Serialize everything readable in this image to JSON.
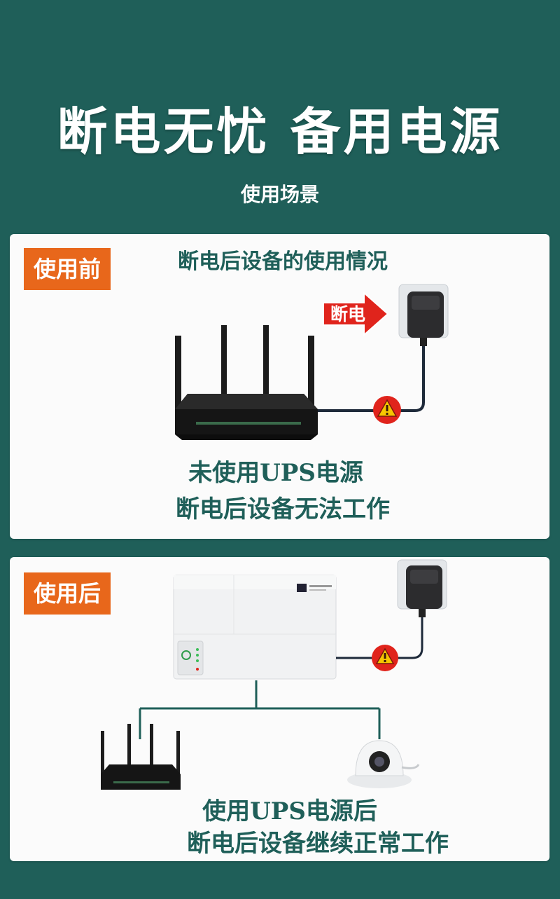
{
  "hero": {
    "title": "断电无忧  备用电源",
    "subtitle": "使用场景"
  },
  "before": {
    "tag": "使用前",
    "heading": "断电后设备的使用情况",
    "arrow_label": "断电",
    "caption_line1": "未使用UPS电源",
    "caption_line2": "断电后设备无法工作",
    "warning_icon": "warning-triangle-icon"
  },
  "after": {
    "tag": "使用后",
    "caption_line1": "使用UPS电源后",
    "caption_line2": "断电后设备继续正常工作",
    "warning_icon": "warning-triangle-icon"
  },
  "colors": {
    "background": "#1f5f59",
    "card": "#fbfbfb",
    "tag": "#e8671b",
    "heading": "#1f5f59",
    "warning": "#e0241c",
    "arrow": "#e0241c"
  }
}
